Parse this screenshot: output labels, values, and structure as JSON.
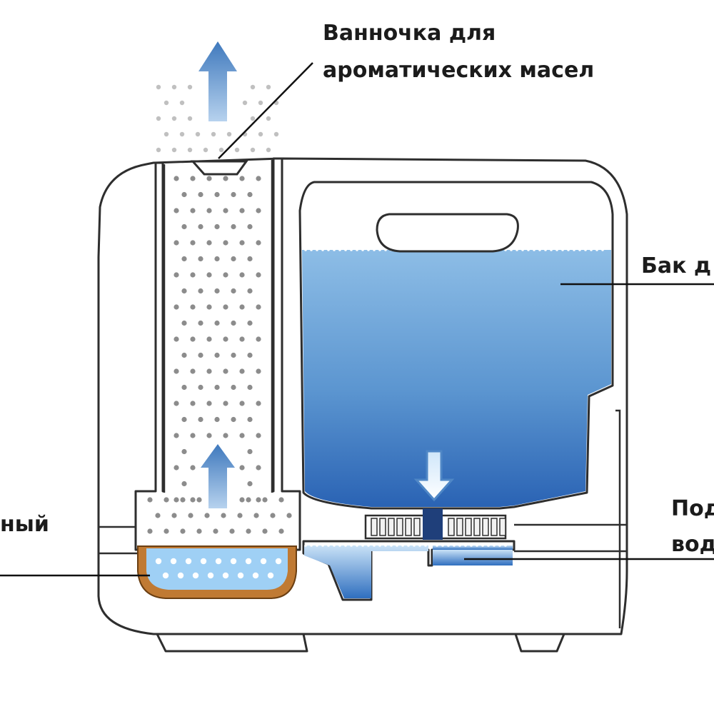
{
  "labels": {
    "aroma_line1": "Ванночка для",
    "aroma_line2": "ароматических масел",
    "tank": "Бак д",
    "left_fragment": "ный",
    "right_line1": "Под",
    "right_line2": "вод"
  },
  "colors": {
    "water_top": "#8dbde6",
    "water_bottom": "#2a63b4",
    "mist_dot": "#8c8c8c",
    "bright_dot": "#bfe4ff",
    "arrow": "#4f87c6",
    "heater": "#c07a33",
    "outline": "#2e2e2e"
  },
  "icons": [
    "arrow-up-icon",
    "arrow-up-icon",
    "arrow-down-icon"
  ]
}
